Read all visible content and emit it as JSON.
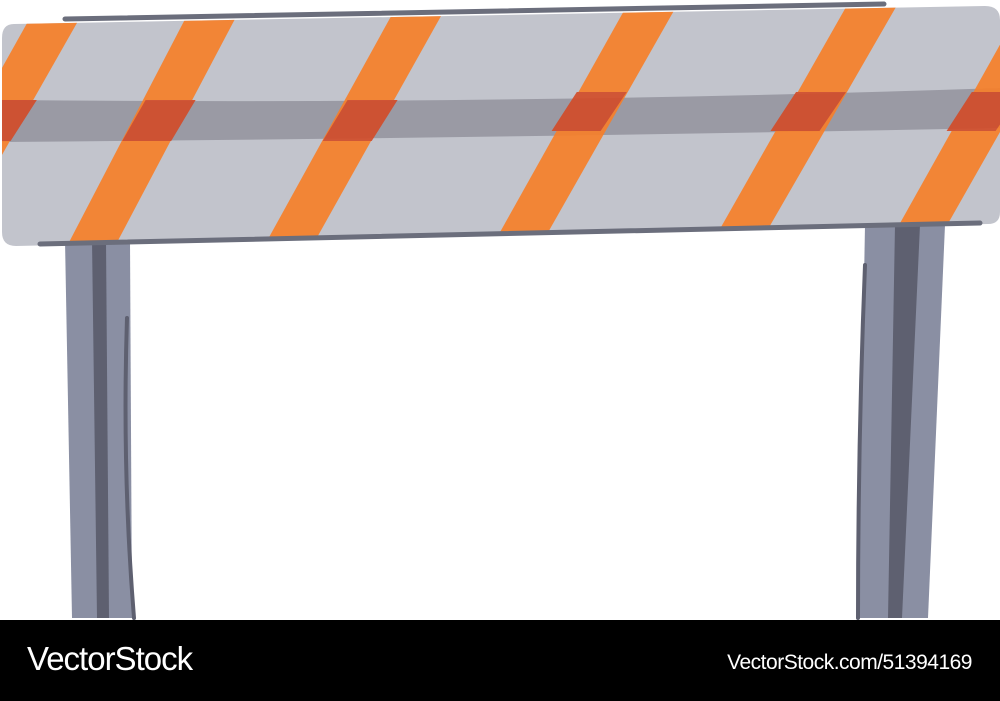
{
  "illustration": {
    "subject": "road-barrier",
    "colors": {
      "board": "#c2c4cc",
      "stripe": "#f77f2a",
      "band": "#9a9aa4",
      "band_stripe": "#d24c2a",
      "leg": "#8a8fa3",
      "leg_shade": "#5e6070",
      "outline": "#6b6e7c"
    }
  },
  "watermark": {
    "brand": "VectorStock",
    "stock_id": "VectorStock.com/51394169"
  }
}
